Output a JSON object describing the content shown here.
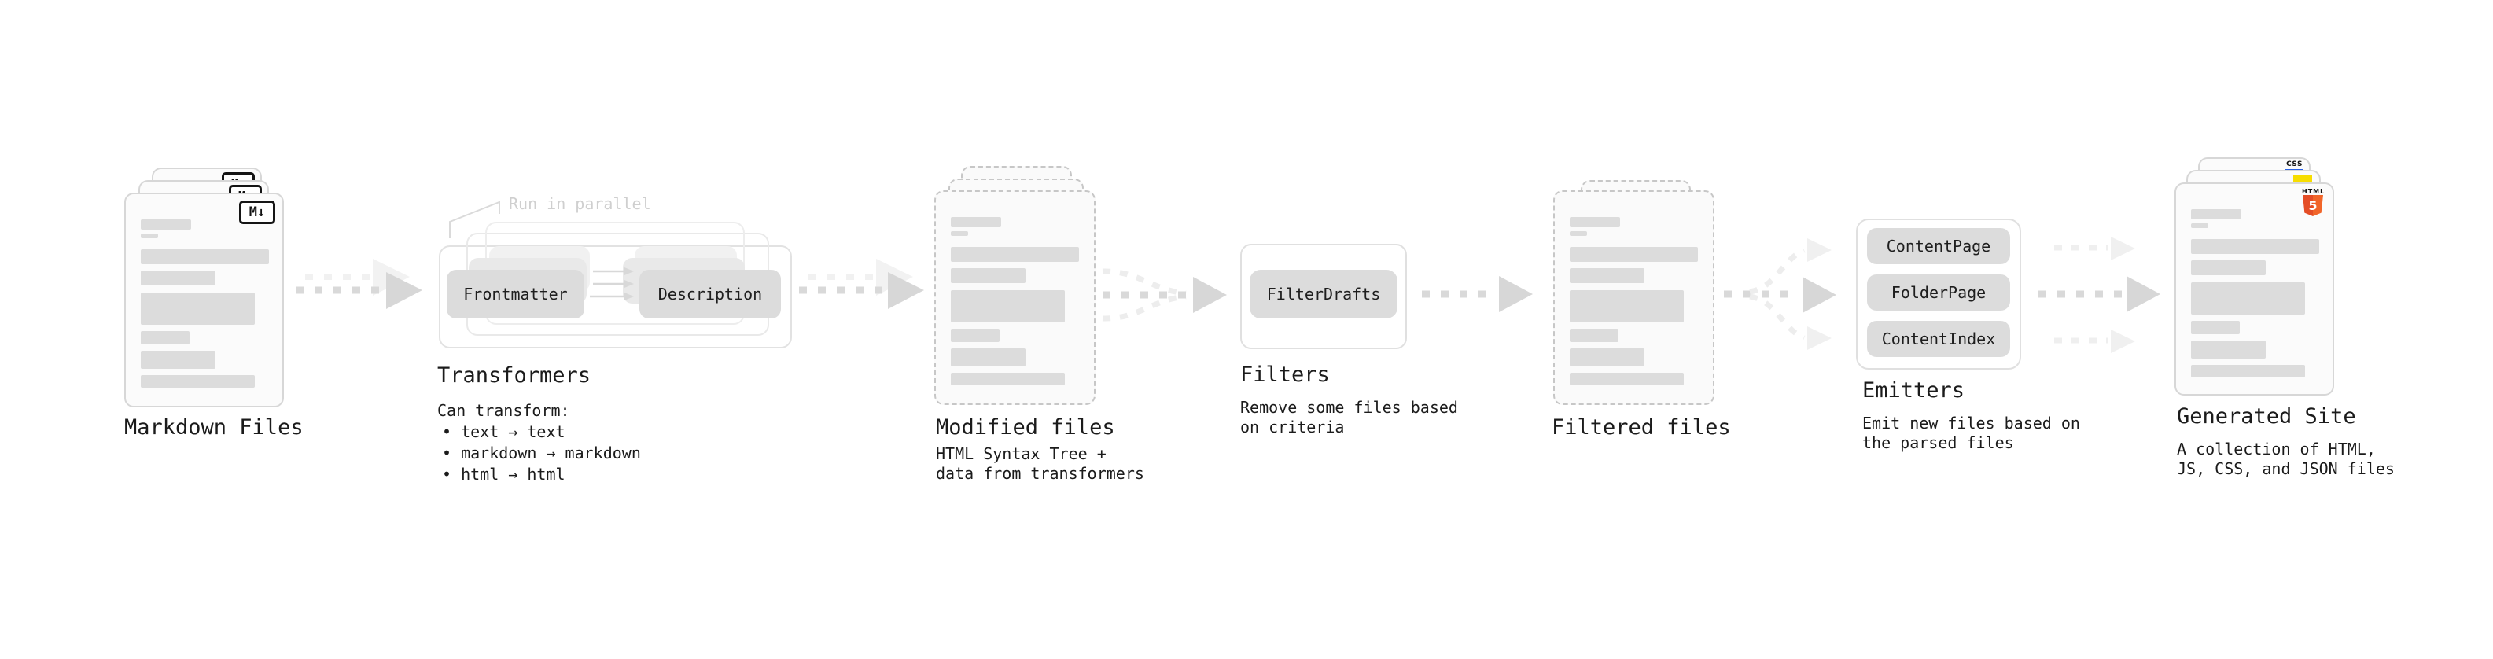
{
  "diagram": {
    "note_run_parallel": "Run in parallel",
    "stages": {
      "markdown": {
        "title": "Markdown Files"
      },
      "transformers": {
        "title": "Transformers",
        "buttons": {
          "frontmatter": "Frontmatter",
          "description": "Description"
        },
        "desc_heading": "Can transform:",
        "bullets": [
          "text → text",
          "markdown → markdown",
          "html → html"
        ]
      },
      "modified": {
        "title": "Modified files",
        "subtitle": [
          "HTML Syntax Tree +",
          "data from transformers"
        ]
      },
      "filters": {
        "title": "Filters",
        "buttons": {
          "filter_drafts": "FilterDrafts"
        },
        "subtitle": [
          "Remove some files based",
          "on criteria"
        ]
      },
      "filtered": {
        "title": "Filtered files"
      },
      "emitters": {
        "title": "Emitters",
        "buttons": {
          "content_page": "ContentPage",
          "folder_page": "FolderPage",
          "content_index": "ContentIndex"
        },
        "subtitle": [
          "Emit new files based on",
          "the parsed files"
        ]
      },
      "generated": {
        "title": "Generated Site",
        "subtitle": [
          "A collection of HTML,",
          "JS, CSS, and JSON files"
        ]
      }
    },
    "icons": {
      "markdown_badge": "M↓",
      "css_badge": "CSS",
      "html5_word": "HTML",
      "html5_digit": "5"
    },
    "colors": {
      "arrow": "#d9d9d9",
      "arrow_head": "#d7d7d7",
      "arrow_light": "#eeeeee",
      "html5_orange": "#e44d26",
      "js_yellow": "#f7dd00",
      "css_blue": "#2760e6"
    }
  }
}
